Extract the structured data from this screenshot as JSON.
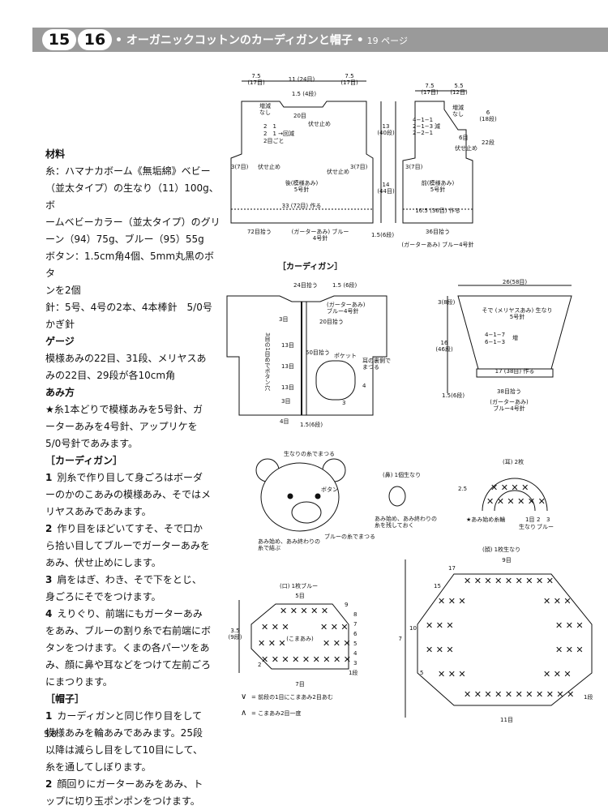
{
  "header": {
    "num1": "15",
    "num2": "16",
    "title": "• オーガニックコットンのカーディガンと帽子 •",
    "page_ref": "19 ページ"
  },
  "materials": {
    "heading": "材料",
    "lines": [
      "糸：ハマナカボーム《無垢綿》ベビー",
      "（並太タイプ）の生なり（11）100g、ボ",
      "ームベビーカラー（並太タイプ）のグリ",
      "ーン（94）75g、ブルー（95）55g",
      "ボタン：1.5cm角4個、5mm丸黒のボタ",
      "ンを2個",
      "針：5号、4号の2本、4本棒針　5/0号",
      "かぎ針"
    ]
  },
  "gauge": {
    "heading": "ゲージ",
    "lines": [
      "模様あみの22目、31段、メリヤスあ",
      "みの22目、29段が各10cm角"
    ]
  },
  "method": {
    "heading": "あみ方",
    "lines": [
      "★糸1本どりで模様あみを5号針、ガ",
      "ーターあみを4号針、アップリケを",
      "5/0号針であみます。"
    ]
  },
  "cardigan": {
    "heading": "［カーディガン］",
    "steps": [
      {
        "n": "1",
        "first": "別糸で作り目して身ごろはボーダ",
        "rest": [
          "ーのかのこあみの模様あみ、そではメ",
          "リヤスあみであみます。"
        ]
      },
      {
        "n": "2",
        "first": "作り目をほどいてすそ、そで口か",
        "rest": [
          "ら拾い目してブルーでガーターあみを",
          "あみ、伏せ止めにします。"
        ]
      },
      {
        "n": "3",
        "first": "肩をはぎ、わき、そで下をとじ、",
        "rest": [
          "身ごろにそでをつけます。"
        ]
      },
      {
        "n": "4",
        "first": "えりぐり、前端にもガーターあみ",
        "rest": [
          "をあみ、ブルーの割り糸で右前端にボ",
          "タンをつけます。くまの各パーツをあ",
          "み、顔に鼻や耳などをつけて左前ごろ",
          "にまつります。"
        ]
      }
    ]
  },
  "hat": {
    "heading": "［帽子］",
    "steps": [
      {
        "n": "1",
        "first": "カーディガンと同じ作り目をして",
        "rest": [
          "模様あみを輪あみであみます。25段",
          "以降は減らし目をして10目にして、",
          "糸を通してしぼります。"
        ]
      },
      {
        "n": "2",
        "first": "顔回りにガーターあみをあみ、ト",
        "rest": [
          "ップに切り玉ポンポンをつけます。"
        ]
      }
    ]
  },
  "diagrams": {
    "back": {
      "top_l": "7.5",
      "top_l2": "(17目)",
      "top_m": "11 (24目)",
      "top_r": "7.5",
      "top_r2": "(17目)",
      "neck": "1.5 (4段)",
      "nochange": "増減",
      "nochange2": "なし",
      "cast20": "20目",
      "bind": "伏せ止め",
      "dec1": "2　1",
      "dec2": "2　1 →回減",
      "dec3": "2目ごと",
      "arm_l": "3(7目)",
      "arm_bind_l": "伏せ止め",
      "arm_bind_r": "伏せ止め",
      "arm_r": "3(7目)",
      "center1": "後(模様あみ)",
      "center2": "5号針",
      "height": "13",
      "height2": "(40段)",
      "height_total": "14",
      "height_total2": "(44目)",
      "bottom": "33 (72目) 作る",
      "bottom_pick": "72目拾う",
      "hem": "(ガーターあみ) ブルー",
      "hem2": "4号針",
      "hem_h": "1.5(6段)"
    },
    "front": {
      "top_l": "7.5",
      "top_l2": "(17目)",
      "top_r": "5.5",
      "top_r2": "(12目)",
      "inc": "増減",
      "inc2": "なし",
      "d1": "4−1−1",
      "d2": "2−1−3",
      "d3": "2−2−1",
      "dlab": "減",
      "six": "6目",
      "bind": "伏せ止め",
      "arm": "3(7目)",
      "side_h": "6",
      "side_h2": "(18段)",
      "side_22": "22段",
      "center1": "前(模様あみ)",
      "center2": "5号針",
      "bottom": "16.5 (36目) 作る",
      "bottom_pick": "36目拾う",
      "hem": "(ガーターあみ) ブルー4号針"
    },
    "cardigan_label": "［カーディガン］",
    "cardigan": {
      "collar": "24目拾う",
      "collar_h": "1.5 (6段)",
      "collar_note": "(ガーターあみ)",
      "collar_note2": "ブルー4号針",
      "r3": "3目",
      "r20": "20目拾う",
      "buttonhole": "3目の1目めでボタン穴",
      "r13a": "13目",
      "r50": "50目拾う",
      "pocket": "ポケット",
      "r13b": "13目",
      "r13c": "13目",
      "r3b": "3目",
      "r4": "4目",
      "hem_h": "1.5(6段)",
      "ear_note": "耳の裏側で",
      "ear_note2": "まつる",
      "n4": "4",
      "n3": "3"
    },
    "hatmain": {
      "width": "26(58目)",
      "side1": "3(8段)",
      "center1": "そで (メリヤスあみ) 生なり",
      "center2": "5号針",
      "inc1": "4−1−7",
      "inc2": "6−1−3",
      "inc_lab": "増",
      "height": "16",
      "height2": "(46段)",
      "cast": "17 (38目) 作る",
      "pick": "38目拾う",
      "hem": "(ガーターあみ)",
      "hem2": "ブルー4号針",
      "hem_h": "1.5(6段)"
    },
    "bear": {
      "note1": "生なりの糸でまつる",
      "button": "ボタン",
      "note2": "あみ始め、あみ終わりの",
      "note3": "糸で結ぶ",
      "note4": "ブルーの糸でまつる"
    },
    "nose": {
      "title": "(鼻) 1個生なり",
      "note1": "あみ始め、あみ終わりの",
      "note2": "糸を残しておく"
    },
    "ear": {
      "title": "(耳) 2枚",
      "height": "2.5",
      "note": "★あみ始め糸輪",
      "a": "1目",
      "a2": "生なり",
      "b": "2",
      "b2": "ブルー",
      "c": "3"
    },
    "mouth": {
      "title": "(口) 1枚ブルー",
      "top": "5目",
      "side": "3.5",
      "side2": "(9段)",
      "center": "(こまあみ)",
      "bottom": "7目",
      "r9": "9",
      "r8": "8",
      "r7": "7",
      "r6": "6",
      "r5": "5",
      "r4": "4",
      "r3": "3",
      "r2": "2",
      "r1": "1段"
    },
    "face": {
      "title": "(顔) 1枚生なり",
      "top": "9目",
      "height": "7",
      "bottom": "11目",
      "r17": "17",
      "r15": "15",
      "r10": "10",
      "r5": "5",
      "r1": "1段"
    },
    "legend": {
      "a": "= 前段の1目にこまあみ2目あむ",
      "b": "= こまあみ2目一度"
    }
  },
  "page_number": "58"
}
